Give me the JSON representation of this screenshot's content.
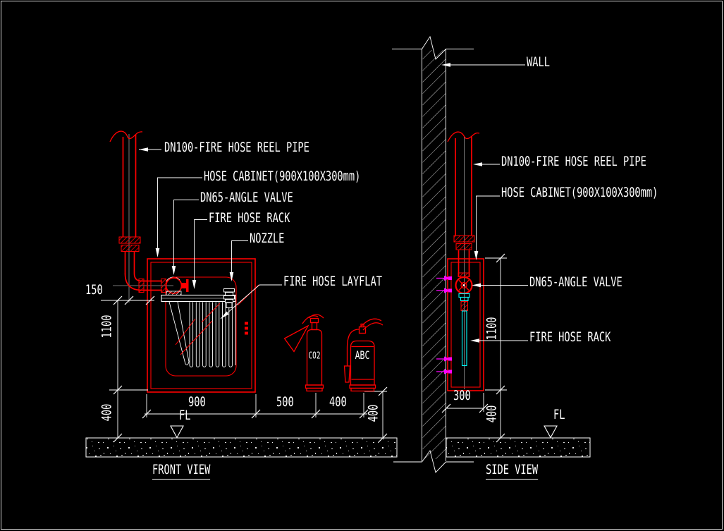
{
  "colors": {
    "background": "#000000",
    "linework_red": "#ff0000",
    "annotation_white": "#ffffff",
    "hose_cyan": "#00ffff",
    "anchor_magenta": "#ff00ff"
  },
  "front_view": {
    "title": "FRONT VIEW",
    "labels": {
      "pipe": "DN100-FIRE HOSE REEL PIPE",
      "cabinet": "HOSE CABINET(900X100X300mm)",
      "valve": "DN65-ANGLE VALVE",
      "rack": "FIRE HOSE RACK",
      "nozzle": "NOZZLE",
      "layflat": "FIRE HOSE LAYFLAT"
    },
    "dimensions": {
      "pipe_offset": "150",
      "cabinet_height": "1100",
      "mount_height": "400",
      "cabinet_width": "900",
      "gap_co2": "500",
      "gap_abc": "400",
      "extinguisher_height": "400"
    },
    "floor_level": "FL",
    "extinguishers": {
      "co2": "CO2",
      "abc": "ABC"
    }
  },
  "side_view": {
    "title": "SIDE VIEW",
    "labels": {
      "wall": "WALL",
      "pipe": "DN100-FIRE HOSE REEL PIPE",
      "cabinet": "HOSE CABINET(900X100X300mm)",
      "valve": "DN65-ANGLE VALVE",
      "rack": "FIRE HOSE RACK"
    },
    "dimensions": {
      "cabinet_depth": "300",
      "cabinet_height": "1100",
      "mount_height": "400"
    },
    "floor_level": "FL"
  }
}
